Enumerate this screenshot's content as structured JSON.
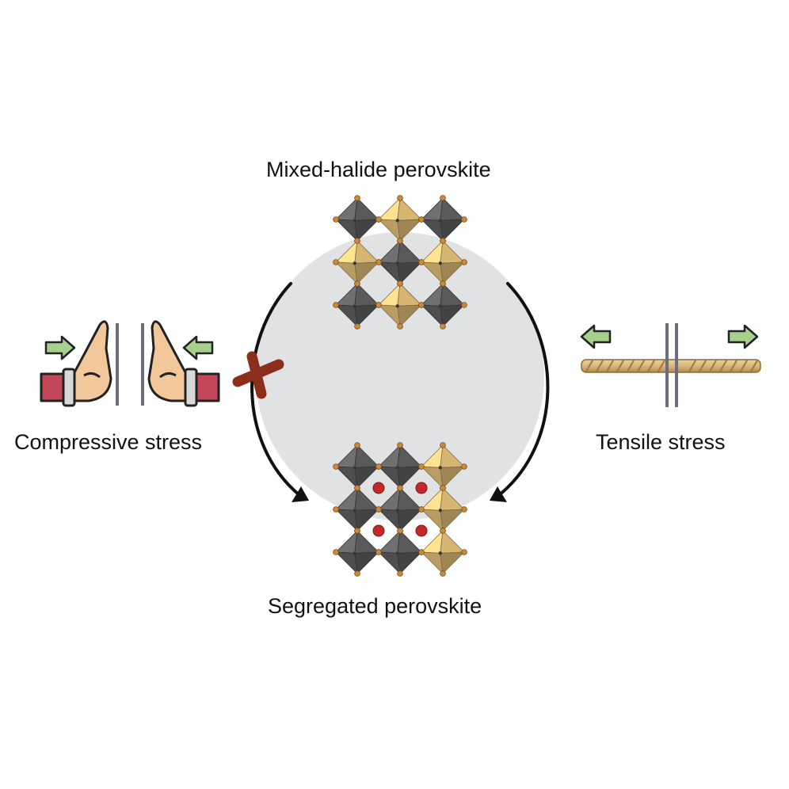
{
  "labels": {
    "top": "Mixed-halide perovskite",
    "bottom": "Segregated perovskite",
    "left": "Compressive stress",
    "right": "Tensile stress"
  },
  "colors": {
    "background_circle": "#e1e2e4",
    "dark_octahedron": "#5f5f5f",
    "light_octahedron": "#e2c07a",
    "vertex_atom": "#c98a3b",
    "cation": "#c62828",
    "arrow": "#111111",
    "cross": "#8b2e1c",
    "stress_arrow": "#a7d08c",
    "skin": "#f2c89b",
    "sleeve": "#c4485a",
    "rope": "#cfb27a",
    "rope_stripe": "#a87a3c",
    "membrane": "#6f6a7d"
  },
  "lattice_top": {
    "rows": [
      [
        "dark",
        "light",
        "dark"
      ],
      [
        "light",
        "dark",
        "light"
      ],
      [
        "dark",
        "light",
        "dark"
      ]
    ]
  },
  "lattice_bottom": {
    "rows": [
      [
        "dark",
        "dark",
        "light"
      ],
      [
        "dark",
        "dark",
        "light"
      ],
      [
        "dark",
        "dark",
        "light"
      ]
    ],
    "cation_count": 4
  },
  "blocked_pathway": "left",
  "allowed_pathway": "right"
}
